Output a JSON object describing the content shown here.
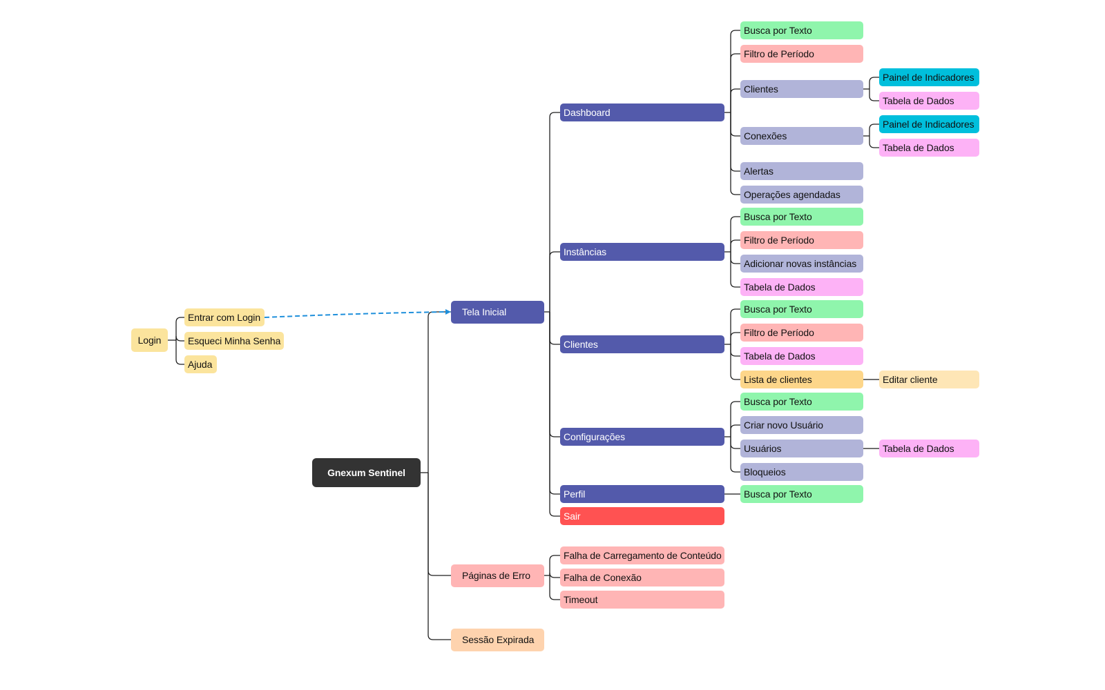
{
  "colors": {
    "root": "#333333",
    "primary": "#535aab",
    "green": "#8ff5ac",
    "red": "#ffb5b5",
    "lavender": "#b1b4d9",
    "cyan": "#00bfdc",
    "pink": "#fdb2f6",
    "yellow": "#fbe49d",
    "orange": "#fdd68a",
    "cream": "#fee6b6",
    "danger": "#ff5252",
    "peach": "#fed3ae",
    "line": "#1f1f1f",
    "dashed": "#1e8fdb"
  },
  "diagram": {
    "root": "Gnexum Sentinel",
    "login": {
      "label": "Login",
      "children": [
        "Entrar com Login",
        "Esqueci Minha Senha",
        "Ajuda"
      ]
    },
    "tela_inicial": "Tela Inicial",
    "dashboard": {
      "label": "Dashboard",
      "busca": "Busca por Texto",
      "filtro": "Filtro de Período",
      "clientes": "Clientes",
      "clientes_painel": "Painel de Indicadores",
      "clientes_tabela": "Tabela de Dados",
      "conexoes": "Conexões",
      "conexoes_painel": "Painel de Indicadores",
      "conexoes_tabela": "Tabela de Dados",
      "alertas": "Alertas",
      "operacoes": "Operações agendadas"
    },
    "instancias": {
      "label": "Instâncias",
      "busca": "Busca por Texto",
      "filtro": "Filtro de Período",
      "adicionar": "Adicionar novas instâncias",
      "tabela": "Tabela de Dados"
    },
    "clientes": {
      "label": "Clientes",
      "busca": "Busca por Texto",
      "filtro": "Filtro de Período",
      "tabela": "Tabela de Dados",
      "lista": "Lista de clientes",
      "editar": "Editar cliente"
    },
    "configuracoes": {
      "label": "Configurações",
      "busca": "Busca por Texto",
      "criar": "Criar novo Usuário",
      "usuarios": "Usuários",
      "usuarios_tabela": "Tabela de Dados",
      "bloqueios": "Bloqueios"
    },
    "perfil": {
      "label": "Perfil",
      "busca": "Busca por Texto"
    },
    "sair": "Sair",
    "paginas_erro": {
      "label": "Páginas de Erro",
      "children": [
        "Falha de Carregamento de Conteúdo",
        "Falha de Conexão",
        "Timeout"
      ]
    },
    "sessao_expirada": "Sessão Expirada"
  }
}
